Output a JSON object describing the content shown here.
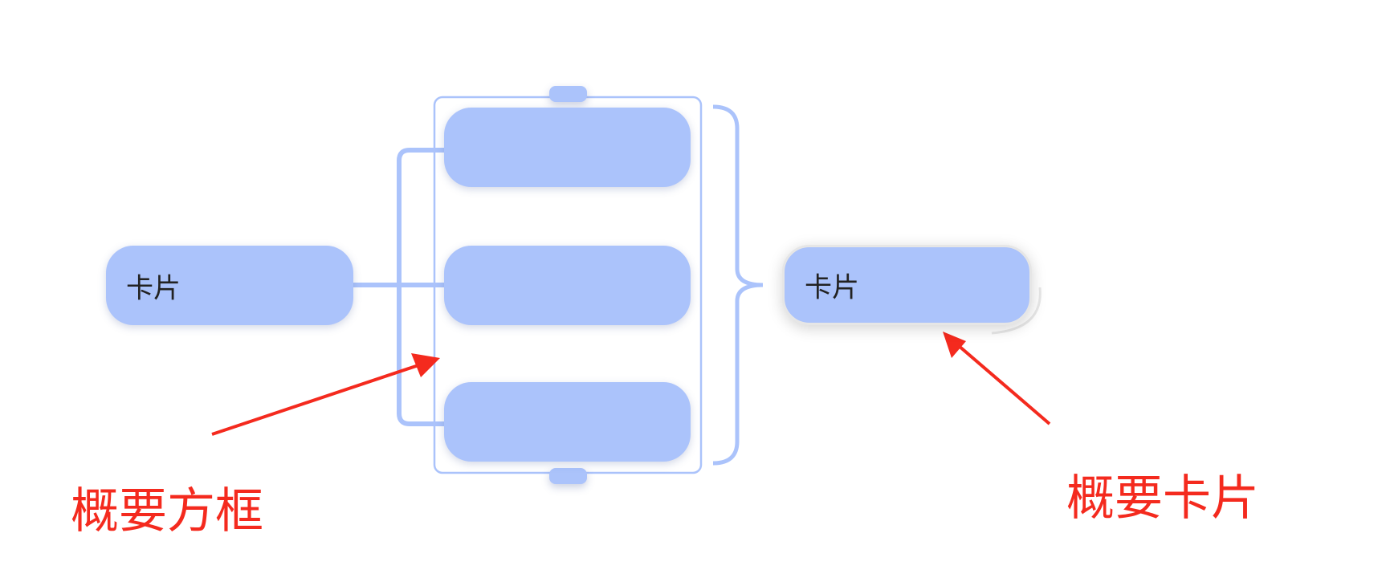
{
  "root_card": {
    "label": "卡片"
  },
  "child_cards": [
    {
      "label": ""
    },
    {
      "label": ""
    },
    {
      "label": ""
    }
  ],
  "summary_card": {
    "label": "卡片"
  },
  "annotations": {
    "summary_frame": "概要方框",
    "summary_card": "概要卡片"
  },
  "colors": {
    "card": "#abc3fb",
    "annotation": "#f42a1e",
    "line": "#abc3fb"
  }
}
